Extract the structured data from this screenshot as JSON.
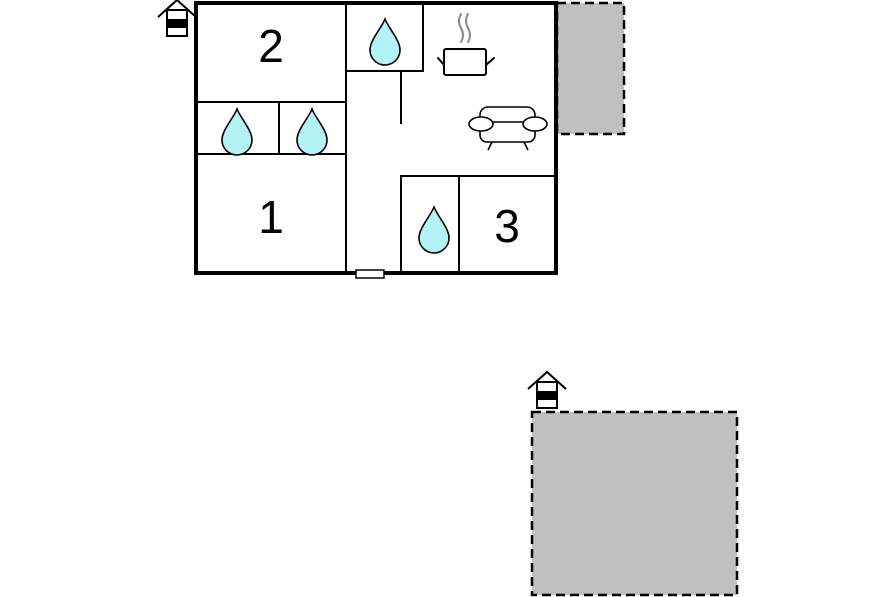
{
  "rooms": {
    "bedroom_1": {
      "number": "1"
    },
    "bedroom_2": {
      "number": "2"
    },
    "bedroom_3": {
      "number": "3"
    }
  },
  "icons": {
    "water_drop": "water-drop-icon",
    "house": "house-icon",
    "cooking_pot": "cooking-pot-icon",
    "sofa": "sofa-icon"
  },
  "colors": {
    "water": "#b3f3f6",
    "outdoor_area": "#c0c0c0",
    "wall": "#000000"
  }
}
